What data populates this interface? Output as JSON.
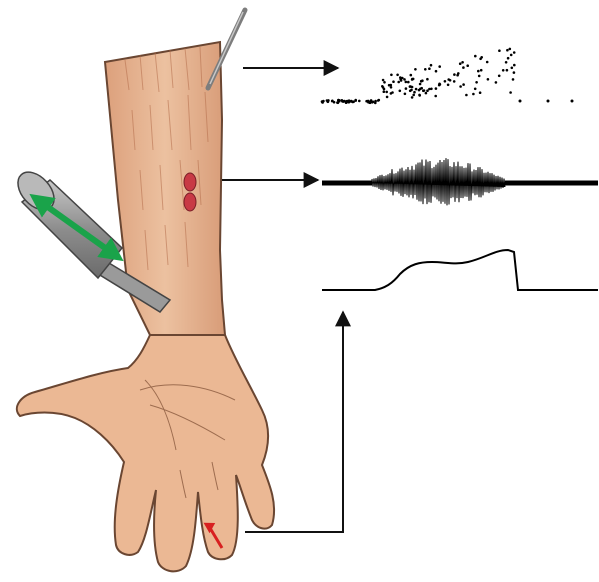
{
  "figure": {
    "panels": [
      "arm-illustration",
      "spike-raster-trace",
      "emg-trace",
      "force-trace"
    ],
    "colors": {
      "skin": "#e7b58f",
      "skin_shadow": "#c98e68",
      "outline": "#6a4632",
      "arrow": "#111111",
      "vibration_arrow": "#1aa34a",
      "vibrator_body": "#9a9a9a",
      "electrode": "#c83a45",
      "finger_arrow": "#d82020",
      "trace": "#000000"
    },
    "icons": {
      "vibrator": "vibrator-probe-icon",
      "vibration": "double-headed-arrow-icon",
      "needle": "microelectrode-needle-icon",
      "electrodes": "surface-emg-electrode-icon",
      "finger_movement": "red-arrow-icon"
    }
  }
}
